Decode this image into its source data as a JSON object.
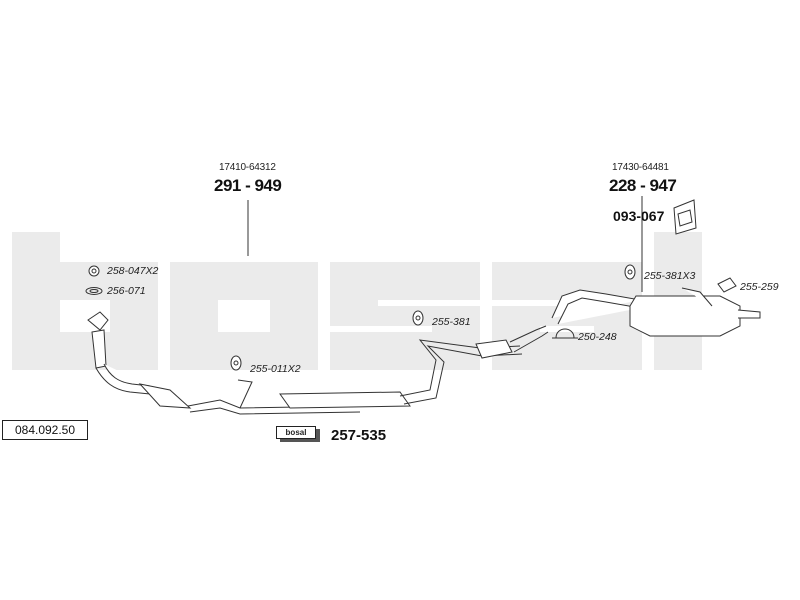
{
  "catalog_number": "084.092.50",
  "brand_badge": "bosal",
  "kit_number": "257-535",
  "assemblies": {
    "front_pipe": {
      "ref": "17410-64312",
      "part": "291 - 949"
    },
    "rear_silencer": {
      "ref": "17430-64481",
      "part": "228 - 947"
    }
  },
  "heat_shield_part": "093-067",
  "fittings": {
    "gasket_x2": "258-047X2",
    "ring_gasket": "256-071",
    "rubber_mount_x2": "255-011X2",
    "rubber_mount_mid": "255-381",
    "clamp": "250-248",
    "rubber_mount_x3": "255-381X3",
    "bracket": "255-259"
  },
  "colors": {
    "watermark": "#ebebeb",
    "line": "#333333"
  }
}
